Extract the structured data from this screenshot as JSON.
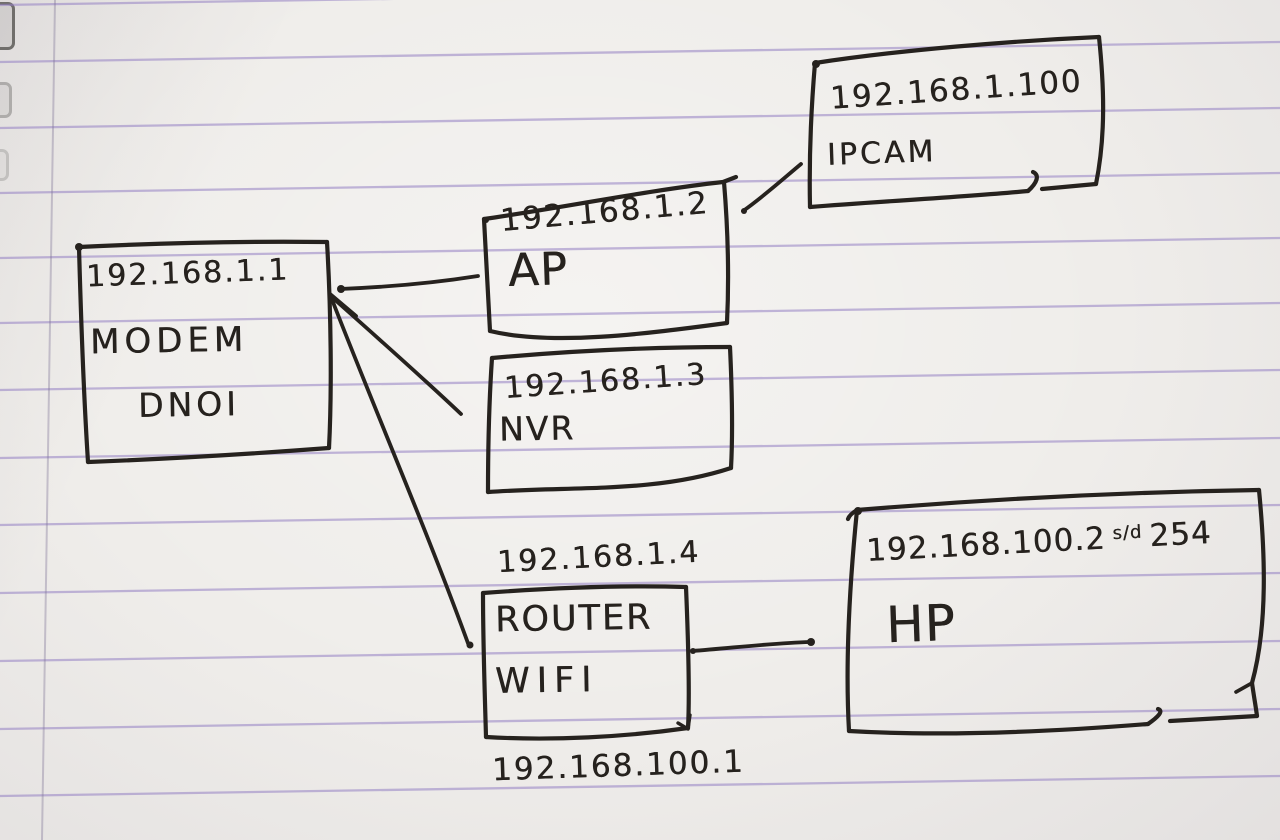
{
  "nodes": {
    "modem": {
      "ip": "192.168.1.1",
      "name": "MODEM",
      "subtitle": "DNOI"
    },
    "ap": {
      "ip": "192.168.1.2",
      "name": "AP"
    },
    "ipcam": {
      "ip": "192.168.1.100",
      "name": "IPCAM"
    },
    "nvr": {
      "ip": "192.168.1.3",
      "name": "NVR"
    },
    "router": {
      "wan_ip": "192.168.1.4",
      "name": "ROUTER",
      "subtitle": "WIFI",
      "lan_ip": "192.168.100.1"
    },
    "hp": {
      "ip_range_start": "192.168.100.2",
      "ip_range_separator": "s/d",
      "ip_range_end": "254",
      "name": "HP"
    }
  },
  "connections": [
    {
      "from": "MODEM",
      "to": "AP"
    },
    {
      "from": "MODEM",
      "to": "NVR"
    },
    {
      "from": "MODEM",
      "to": "ROUTER"
    },
    {
      "from": "AP",
      "to": "IPCAM"
    },
    {
      "from": "ROUTER",
      "to": "HP"
    }
  ],
  "colors": {
    "ink": "#26221e",
    "paper": "#efedea",
    "rule_line": "#9a86c8"
  }
}
